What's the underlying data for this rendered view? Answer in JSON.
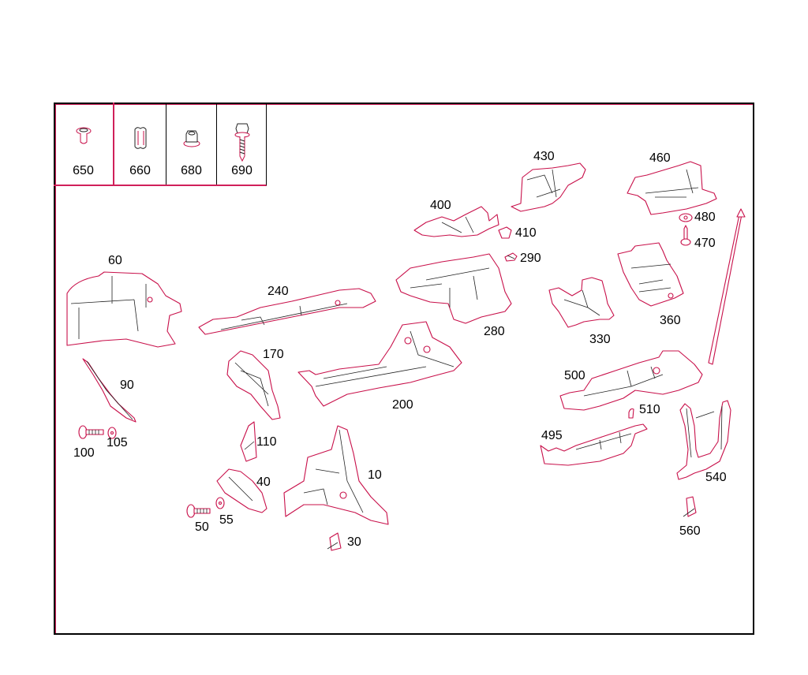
{
  "diagram": {
    "type": "exploded-parts-diagram",
    "subject": "Underbody heat shields / sound insulation parts",
    "colors": {
      "outline": "#c8104a",
      "frame": "#000000",
      "accent_border": "#d0205a",
      "text": "#000000"
    }
  },
  "legend": {
    "items": [
      {
        "number": "650",
        "icon": "clip-rivet-icon"
      },
      {
        "number": "660",
        "icon": "spring-clip-icon"
      },
      {
        "number": "680",
        "icon": "flange-nut-icon"
      },
      {
        "number": "690",
        "icon": "hex-screw-icon"
      }
    ]
  },
  "callouts": {
    "p10": "10",
    "p30": "30",
    "p40": "40",
    "p50": "50",
    "p55": "55",
    "p60": "60",
    "p90": "90",
    "p100": "100",
    "p105": "105",
    "p110": "110",
    "p170": "170",
    "p200": "200",
    "p240": "240",
    "p280": "280",
    "p290": "290",
    "p330": "330",
    "p360": "360",
    "p400": "400",
    "p410": "410",
    "p430": "430",
    "p460": "460",
    "p470": "470",
    "p480": "480",
    "p495": "495",
    "p500": "500",
    "p510": "510",
    "p540": "540",
    "p560": "560"
  }
}
